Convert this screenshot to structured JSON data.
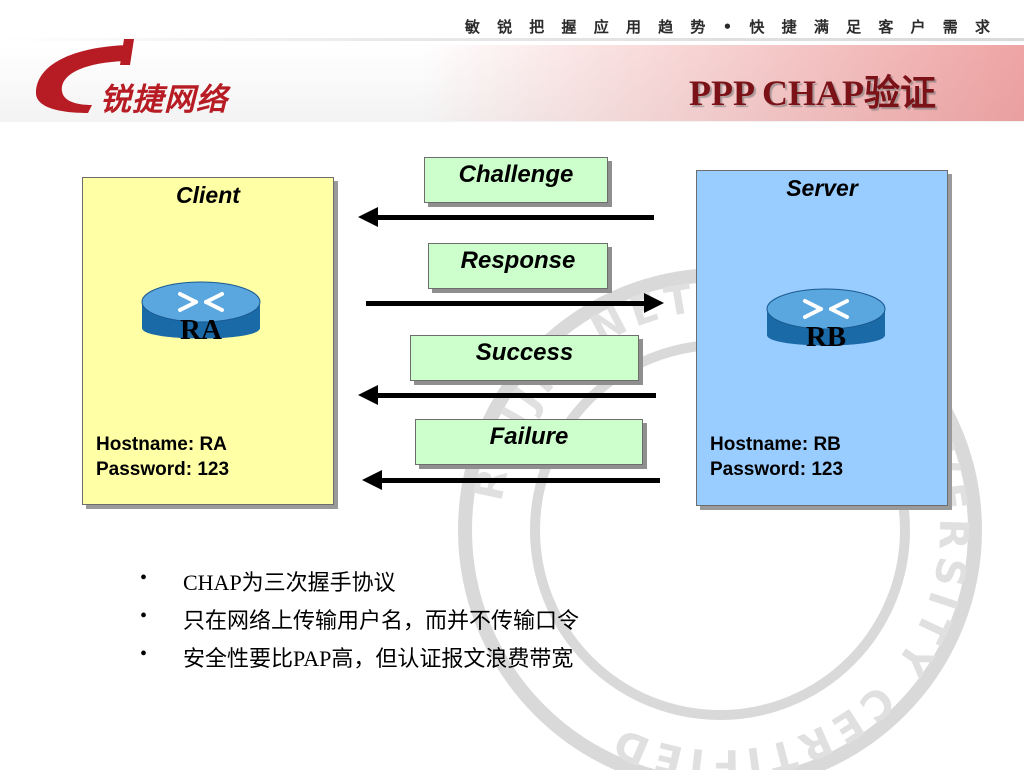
{
  "header": {
    "slogan": "敏 锐 把 握 应 用 趋 势 • 快 捷 满 足 客 户 需 求",
    "logo_text": "锐捷网络",
    "title": "PPP CHAP验证"
  },
  "watermark": {
    "seal_text": "RUIJIE NETWORK UNIVERSITY CERTIFIED"
  },
  "client": {
    "title": "Client",
    "router_label": "RA",
    "hostname": "Hostname: RA",
    "password": "Password: 123"
  },
  "server": {
    "title": "Server",
    "router_label": "RB",
    "hostname": "Hostname: RB",
    "password": "Password: 123"
  },
  "messages": [
    {
      "label": "Challenge",
      "direction": "to-client"
    },
    {
      "label": "Response",
      "direction": "to-server"
    },
    {
      "label": "Success",
      "direction": "to-client"
    },
    {
      "label": "Failure",
      "direction": "to-client"
    }
  ],
  "bullets": [
    "CHAP为三次握手协议",
    "只在网络上传输用户名，而并不传输口令",
    "安全性要比PAP高，但认证报文浪费带宽"
  ],
  "colors": {
    "client_panel": "#ffffa6",
    "server_panel": "#99ccff",
    "message_box": "#ccffcc",
    "title": "#7a1218",
    "brand_red": "#b71c24"
  }
}
